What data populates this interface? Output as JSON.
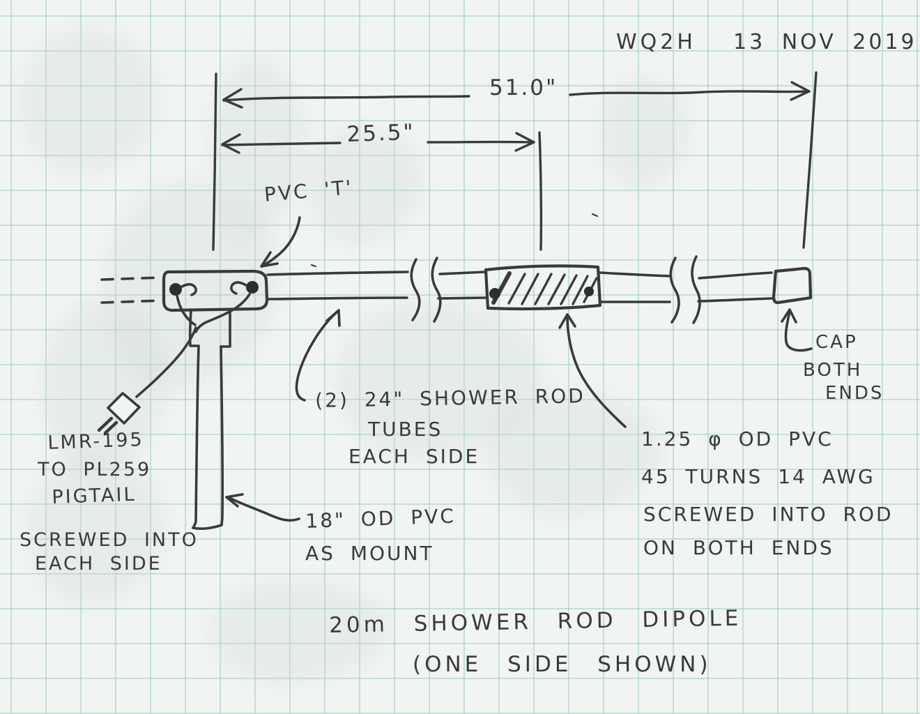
{
  "meta": {
    "callsign": "WQ2H",
    "date": "13 NOV 2019"
  },
  "dimensions": {
    "overall": "51.0\"",
    "half": "25.5\""
  },
  "annotations": {
    "pvc_t": "PVC 'T'",
    "shower_rod": [
      "(2) 24\" SHOWER ROD",
      "TUBES",
      "EACH SIDE"
    ],
    "cap": [
      "CAP",
      "BOTH",
      "ENDS"
    ],
    "coax": [
      "LMR-195",
      "TO PL259",
      "PIGTAIL",
      "SCREWED INTO",
      "EACH SIDE"
    ],
    "mount": [
      "18\" OD PVC",
      "AS MOUNT"
    ],
    "coil": [
      "1.25 φ OD PVC",
      "45 TURNS 14 AWG",
      "SCREWED INTO ROD",
      "ON BOTH ENDS"
    ],
    "caption": [
      "20m SHOWER ROD DIPOLE",
      "(ONE SIDE SHOWN)"
    ]
  },
  "icons": {
    "coax_connector": "diamond-connector-icon",
    "break_marks": "tube-break-icon"
  },
  "colors": {
    "ink": "#3a3a3a",
    "paper": "#f1f5f2",
    "grid": "rgba(154,199,191,0.5)"
  }
}
